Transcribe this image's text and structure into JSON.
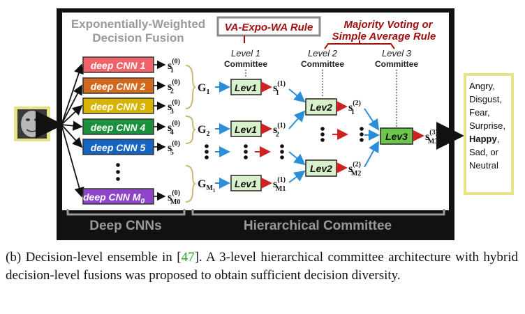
{
  "figure": {
    "header_fusion": [
      "Exponentially-Weighted",
      "Decision Fusion"
    ],
    "header_rule": "VA-Expo-WA Rule",
    "header_voting": [
      "Majority Voting or",
      "Simple Average Rule"
    ],
    "level_labels": [
      {
        "level": "Level 1",
        "sub": "Committee"
      },
      {
        "level": "Level 2",
        "sub": "Committee"
      },
      {
        "level": "Level 3",
        "sub": "Committee"
      }
    ],
    "cnn_models": [
      {
        "label": "deep CNN 1",
        "color": "#f0636a"
      },
      {
        "label": "deep CNN 2",
        "color": "#d2691e"
      },
      {
        "label": "deep CNN 3",
        "color": "#d8b400"
      },
      {
        "label": "deep CNN 4",
        "color": "#1a8f3c"
      },
      {
        "label": "deep CNN 5",
        "color": "#1565c0"
      },
      {
        "label": "deep CNN M",
        "sub": "0",
        "color": "#8e44c9"
      }
    ],
    "score_labels": [
      {
        "sup": "(0)",
        "sub": "1"
      },
      {
        "sup": "(0)",
        "sub": "2"
      },
      {
        "sup": "(0)",
        "sub": "3"
      },
      {
        "sup": "(0)",
        "sub": "4"
      },
      {
        "sup": "(0)",
        "sub": "5"
      },
      {
        "sup": "(0)",
        "sub": "M0"
      }
    ],
    "groups": [
      "G1",
      "G2",
      "GM1"
    ],
    "lev1_label": "Lev1",
    "lev2_label": "Lev2",
    "lev3_label": "Lev3",
    "lev1_outputs": [
      {
        "sup": "(1)",
        "sub": "1"
      },
      {
        "sup": "(1)",
        "sub": "2"
      },
      {
        "sup": "(1)",
        "sub": "M1"
      }
    ],
    "lev2_outputs": [
      {
        "sup": "(2)",
        "sub": "1"
      },
      {
        "sup": "(2)",
        "sub": "M2"
      }
    ],
    "lev3_output": {
      "sup": "(3)",
      "sub": "M3"
    },
    "emotions_prefix": [
      "Angry,",
      "Disgust,",
      "Fear,",
      "Surprise,"
    ],
    "emotions_bold": "Happy",
    "emotions_suffix": [
      "Sad, or",
      "Neutral"
    ],
    "footer_left": "Deep CNNs",
    "footer_right": "Hierarchical Committee",
    "colors": {
      "panel": "#ffffff",
      "frame": "#111111",
      "lev_fill": "#d8f0cc",
      "lev3_fill": "#6cc64a",
      "blue_arrow": "#2a8fd8",
      "red_arrow": "#cc2222",
      "gray_text": "#9a9a9a",
      "dark_red_text": "#a01010",
      "yellow_frame": "#e6e28a"
    }
  },
  "caption": {
    "prefix": "(b) Decision-level ensemble in [",
    "ref": "47",
    "suffix": "]. A 3-level hierarchical committee architecture with hybrid decision-level fusions was proposed to obtain sufficient decision diversity."
  }
}
